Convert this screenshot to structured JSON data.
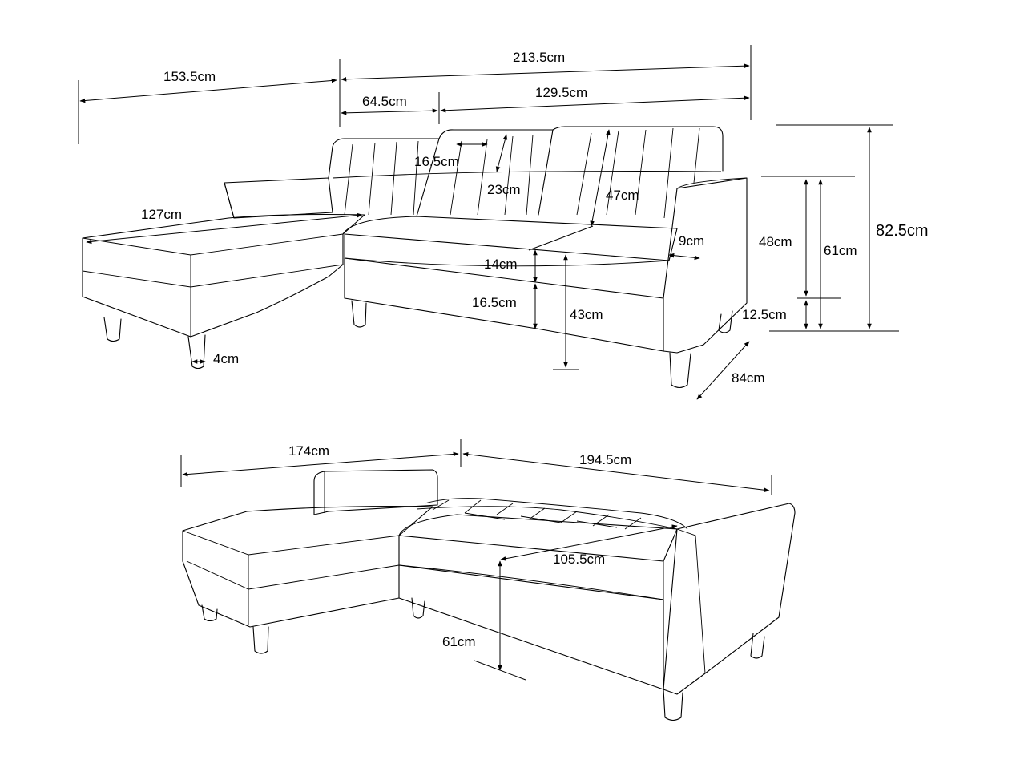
{
  "top_view": {
    "dims": {
      "total_left_width": "153.5cm",
      "total_width": "213.5cm",
      "chaise_seat_width": "64.5cm",
      "sofa_width": "129.5cm",
      "cushion_width": "16.5cm",
      "cushion_height": "23cm",
      "back_height": "47cm",
      "chaise_length": "127cm",
      "arm_width": "9cm",
      "seat_thickness": "14cm",
      "base_height": "16.5cm",
      "seat_height": "43cm",
      "leg_width": "4cm",
      "depth": "84cm",
      "arm_height_inner": "48cm",
      "arm_height": "61cm",
      "total_height": "82.5cm",
      "leg_height": "12.5cm"
    }
  },
  "bed_view": {
    "dims": {
      "chaise_width": "174cm",
      "bed_length": "194.5cm",
      "bed_width": "105.5cm",
      "bed_height": "61cm"
    }
  }
}
